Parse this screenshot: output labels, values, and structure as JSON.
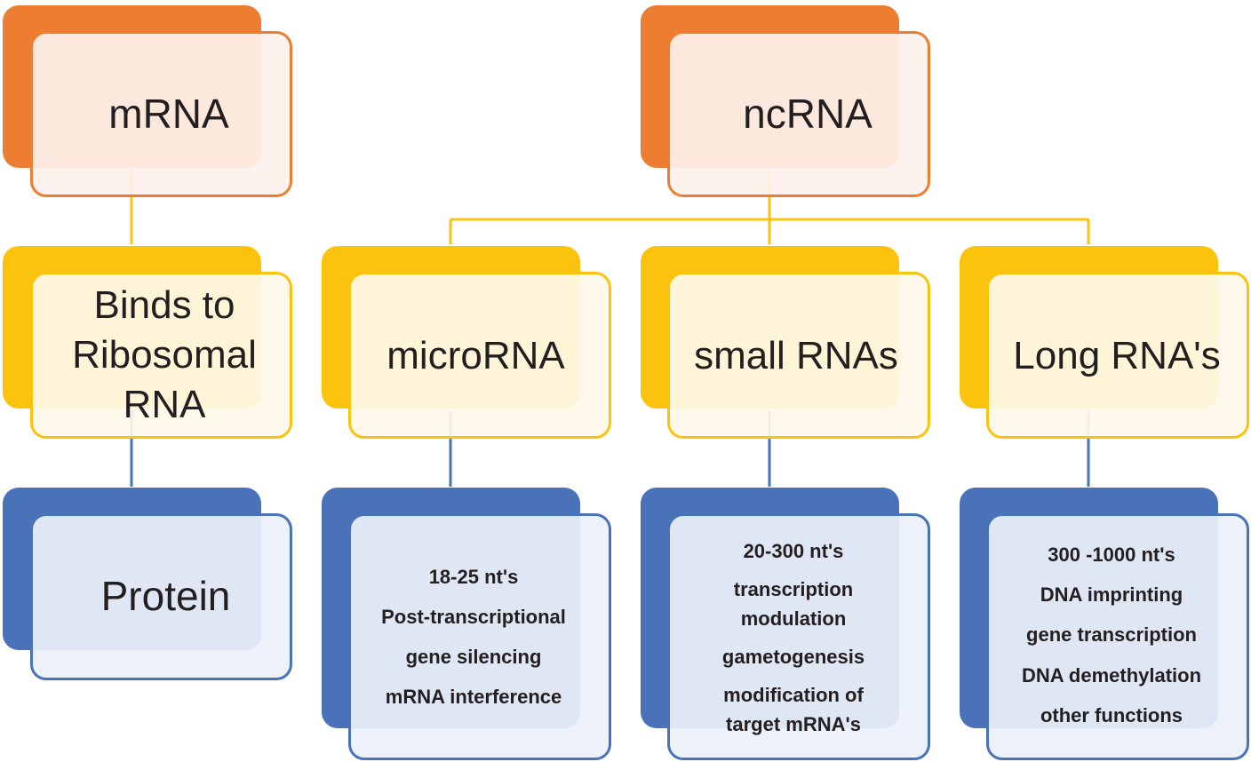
{
  "colors": {
    "orange": "#ED7D31",
    "orange_fill": "#FDF1EC",
    "yellow": "#FCC30E",
    "yellow_fill": "#FEF9E9",
    "blue": "#4A72B8",
    "blue_fill": "#EBF0F8"
  },
  "top": {
    "mrna": "mRNA",
    "ncrna": "ncRNA"
  },
  "middle": {
    "binds": [
      "Binds to",
      "Ribosomal",
      "RNA"
    ],
    "microrna": "microRNA",
    "small_rnas": "small RNAs",
    "long_rnas": "Long RNA's"
  },
  "bottom": {
    "protein": "Protein",
    "microrna_details": [
      "18-25 nt's",
      "Post-transcriptional",
      "gene silencing",
      "mRNA interference"
    ],
    "small_rnas_details": [
      "20-300 nt's",
      "transcription",
      "modulation",
      "gametogenesis",
      "modification of",
      "target mRNA's"
    ],
    "long_rnas_details": [
      "300 -1000 nt's",
      "DNA imprinting",
      "gene transcription",
      "DNA demethylation",
      "other functions"
    ]
  }
}
